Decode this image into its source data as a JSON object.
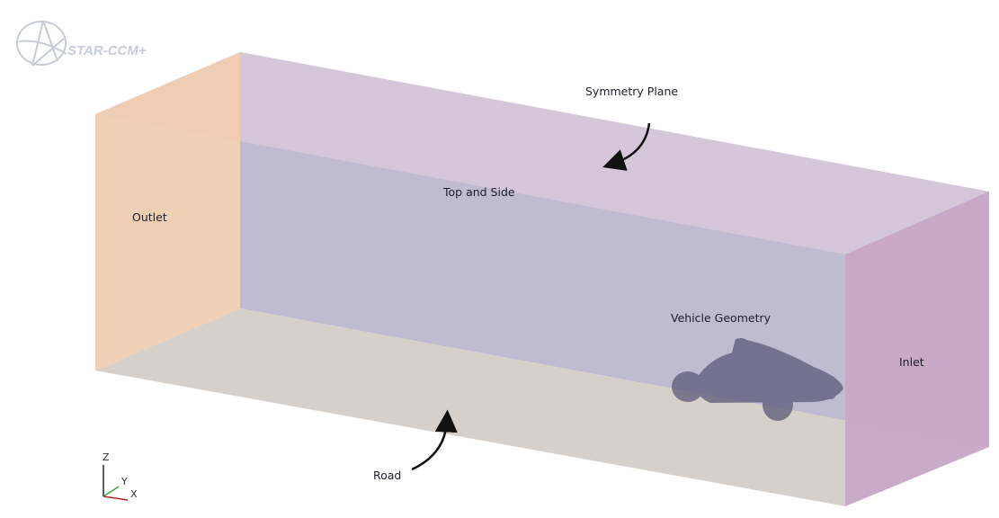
{
  "logo": {
    "text": "STAR-CCM+"
  },
  "labels": {
    "symmetry_plane": "Symmetry Plane",
    "top_and_side": "Top and Side",
    "outlet": "Outlet",
    "vehicle_geometry": "Vehicle Geometry",
    "inlet": "Inlet",
    "road": "Road"
  },
  "axes": {
    "z": "Z",
    "y": "Y",
    "x": "X"
  },
  "colors": {
    "outlet": "#efceb0",
    "top": "#d5c6da",
    "side": "#bfbbd0",
    "road": "#d6d0cb",
    "inlet": "#c9a7c7",
    "vehicle": "#5c5a78"
  }
}
